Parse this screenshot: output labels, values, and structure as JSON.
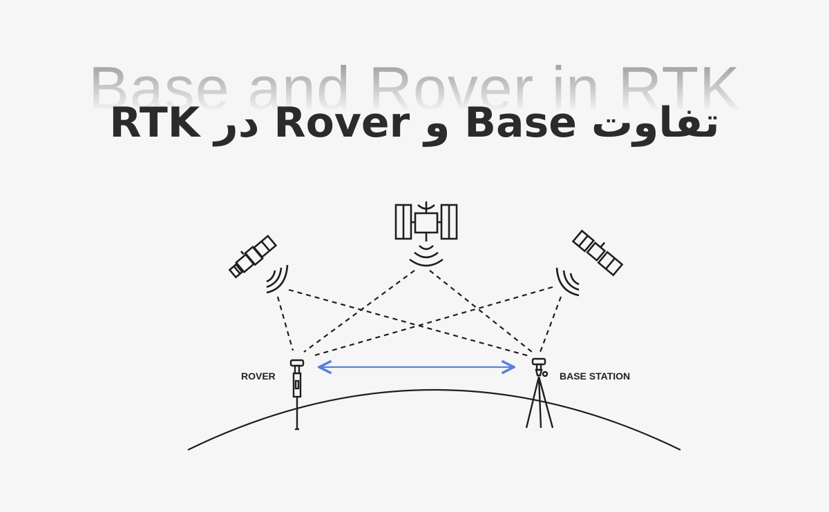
{
  "heading": {
    "background_text": "Base and Rover in RTK",
    "title": "تفاوت Base و Rover در RTK"
  },
  "diagram": {
    "rover_label": "ROVER",
    "base_label": "BASE STATION",
    "satellite_icons": [
      "satellite-left-icon",
      "satellite-center-icon",
      "satellite-right-icon"
    ],
    "colors": {
      "link_arrow": "#5b7fdc",
      "lines": "#1e1e1e",
      "background": "#f6f6f6"
    }
  }
}
